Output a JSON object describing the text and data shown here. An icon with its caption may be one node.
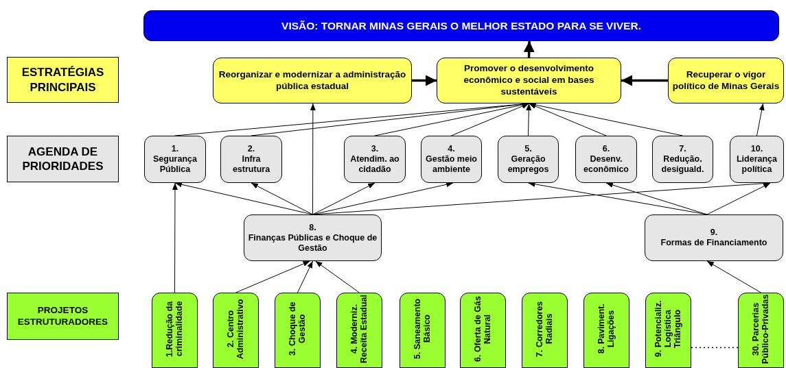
{
  "diagram": {
    "nodes": [
      {
        "text": [
          "VISÃO: TORNAR MINAS GERAIS O MELHOR ESTADO PARA SE VIVER."
        ]
      },
      {
        "text": [
          "ESTRATÉGIAS PRINCIPAIS"
        ]
      },
      {
        "text": [
          "Reorganizar e modernizar a administração pública estadual"
        ]
      },
      {
        "text": [
          "Promover o desenvolvimento econômico e social em bases sustentáveis"
        ]
      },
      {
        "text": [
          "Recuperar o vigor político de Minas Gerais"
        ]
      },
      {
        "text": [
          "AGENDA DE PRIORIDADES"
        ]
      },
      {
        "text": [
          "1.",
          "Segurança Pública"
        ]
      },
      {
        "text": [
          "2.",
          "Infra estrutura"
        ]
      },
      {
        "text": [
          "3.",
          "Atendim. ao cidadão"
        ]
      },
      {
        "text": [
          "4.",
          "Gestão meio ambiente"
        ]
      },
      {
        "text": [
          "5.",
          "Geração empregos"
        ]
      },
      {
        "text": [
          "6.",
          "Desenv. econômico"
        ]
      },
      {
        "text": [
          "7.",
          "Redução. desiguald."
        ]
      },
      {
        "text": [
          "10.",
          "Liderança política"
        ]
      },
      {
        "text": [
          "8.",
          "Finanças Públicas e Choque de Gestão"
        ]
      },
      {
        "text": [
          "9.",
          "Formas de Financiamento"
        ]
      },
      {
        "text": [
          "PROJETOS ESTRUTURADORES"
        ]
      },
      {
        "text": [
          "1.Redução da criminalidade"
        ]
      },
      {
        "text": [
          "2. Centro Administrativo"
        ]
      },
      {
        "text": [
          "3. Choque de Gestão"
        ]
      },
      {
        "text": [
          "4. Moderniz. Receita Estadual"
        ]
      },
      {
        "text": [
          "5. Saneamento Básico"
        ]
      },
      {
        "text": [
          "6. Oferta de Gás Natural"
        ]
      },
      {
        "text": [
          "7. Corredores Radiais"
        ]
      },
      {
        "text": [
          "8. Paviment. Ligações"
        ]
      },
      {
        "text": [
          "9. Potencializ. Logística Triângulo"
        ]
      },
      {
        "text": [
          "30. Parcerias Público-Privadas"
        ]
      }
    ],
    "edges": [
      {
        "from": 3,
        "to": 0,
        "arrow": "to",
        "style": "thick"
      },
      {
        "from": 2,
        "to": 3,
        "arrow": "to",
        "style": "thick"
      },
      {
        "from": 4,
        "to": 3,
        "arrow": "to",
        "style": "thick"
      },
      {
        "from": 6,
        "to": 3,
        "arrow": "to"
      },
      {
        "from": 7,
        "to": 3,
        "arrow": "to"
      },
      {
        "from": 8,
        "to": 3,
        "arrow": "to"
      },
      {
        "from": 9,
        "to": 3,
        "arrow": "to"
      },
      {
        "from": 10,
        "to": 3,
        "arrow": "to"
      },
      {
        "from": 11,
        "to": 3,
        "arrow": "to"
      },
      {
        "from": 12,
        "to": 3,
        "arrow": "to"
      },
      {
        "from": 13,
        "to": 4,
        "arrow": "to"
      },
      {
        "from": 14,
        "to": 2,
        "arrow": "to"
      },
      {
        "from": 14,
        "to": 6,
        "arrow": "to"
      },
      {
        "from": 14,
        "to": 7,
        "arrow": "to"
      },
      {
        "from": 14,
        "to": 8,
        "arrow": "to"
      },
      {
        "from": 14,
        "to": 9,
        "arrow": "to"
      },
      {
        "from": 14,
        "to": 13,
        "arrow": "to"
      },
      {
        "from": 15,
        "to": 10,
        "arrow": "to"
      },
      {
        "from": 15,
        "to": 11,
        "arrow": "to"
      },
      {
        "from": 15,
        "to": 13,
        "arrow": "to"
      },
      {
        "from": 17,
        "to": 6,
        "arrow": "to"
      },
      {
        "from": 18,
        "to": 14,
        "arrow": "to"
      },
      {
        "from": 19,
        "to": 14,
        "arrow": "to"
      },
      {
        "from": 20,
        "to": 14,
        "arrow": "to"
      },
      {
        "from": 26,
        "to": 15,
        "arrow": "to"
      },
      {
        "from": 25,
        "to": 26,
        "arrow": "none",
        "style": "dashed"
      }
    ]
  }
}
